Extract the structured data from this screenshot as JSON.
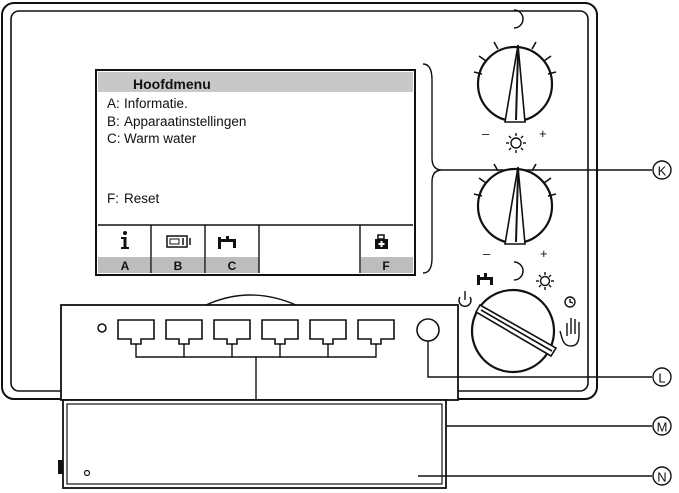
{
  "screen": {
    "title": "Hoofdmenu",
    "items": [
      {
        "key": "A:",
        "label": "Informatie."
      },
      {
        "key": "B:",
        "label": "Apparaatinstellingen"
      },
      {
        "key": "C:",
        "label": "Warm water"
      },
      {
        "key": "F:",
        "label": "Reset"
      }
    ],
    "softkeys": [
      {
        "letter": "A",
        "icon": "info-icon"
      },
      {
        "letter": "B",
        "icon": "device-icon"
      },
      {
        "letter": "C",
        "icon": "tap-icon"
      },
      {
        "letter": "F",
        "icon": "first-aid-icon"
      }
    ]
  },
  "callouts": {
    "k": "K",
    "l": "L",
    "m": "M",
    "n": "N"
  },
  "dials": {
    "night_dial": {
      "icon": "moon-icon",
      "minus": "–",
      "plus": "+"
    },
    "day_dial": {
      "icon": "sun-icon",
      "minus": "–",
      "plus": "+"
    },
    "mode_selector": {
      "icons": [
        "standby-icon",
        "tap-icon",
        "moon-icon",
        "sun-icon",
        "clock-icon",
        "hand-icon"
      ]
    }
  },
  "colors": {
    "line": "#1a1a1a",
    "title_bar": "#c8c8c8",
    "softkey_bar": "#bdbdbd"
  }
}
